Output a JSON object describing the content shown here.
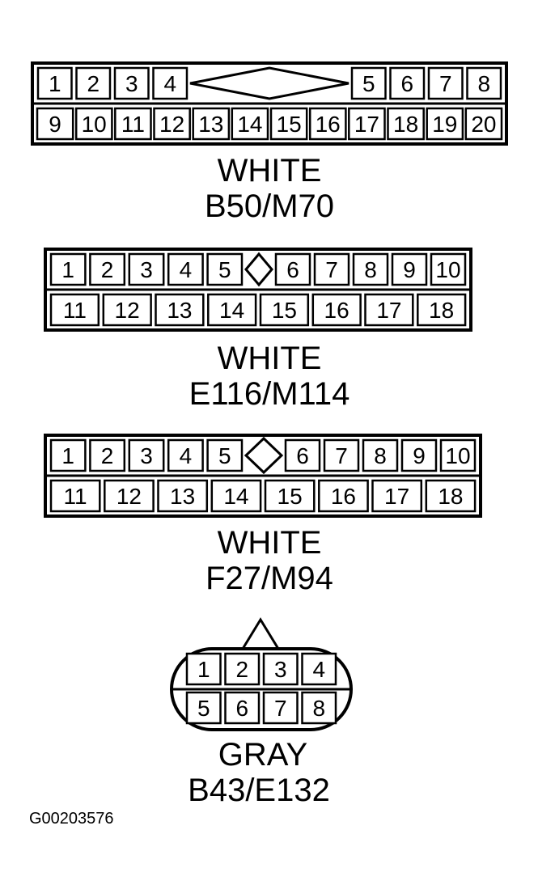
{
  "connectors": [
    {
      "color": "WHITE",
      "name": "B50/M70",
      "top_row_left": [
        "1",
        "2",
        "3",
        "4"
      ],
      "top_row_right": [
        "5",
        "6",
        "7",
        "8"
      ],
      "bottom_row": [
        "9",
        "10",
        "11",
        "12",
        "13",
        "14",
        "15",
        "16",
        "17",
        "18",
        "19",
        "20"
      ]
    },
    {
      "color": "WHITE",
      "name": "E116/M114",
      "top_row_left": [
        "1",
        "2",
        "3",
        "4",
        "5"
      ],
      "top_row_right": [
        "6",
        "7",
        "8",
        "9",
        "10"
      ],
      "bottom_row": [
        "11",
        "12",
        "13",
        "14",
        "15",
        "16",
        "17",
        "18"
      ]
    },
    {
      "color": "WHITE",
      "name": "F27/M94",
      "top_row_left": [
        "1",
        "2",
        "3",
        "4",
        "5"
      ],
      "top_row_right": [
        "6",
        "7",
        "8",
        "9",
        "10"
      ],
      "bottom_row": [
        "11",
        "12",
        "13",
        "14",
        "15",
        "16",
        "17",
        "18"
      ]
    },
    {
      "color": "GRAY",
      "name": "B43/E132",
      "top_row": [
        "1",
        "2",
        "3",
        "4"
      ],
      "bottom_row": [
        "5",
        "6",
        "7",
        "8"
      ]
    }
  ],
  "figure_id": "G00203576"
}
